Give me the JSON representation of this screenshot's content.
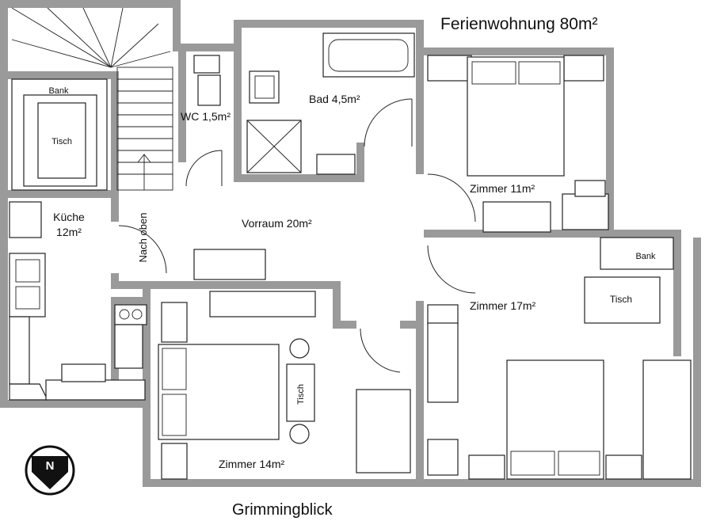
{
  "title": "Ferienwohnung 80m²",
  "footer": "Grimmingblick",
  "compass": "N",
  "rooms": {
    "wc": "WC 1,5m²",
    "bad": "Bad 4,5m²",
    "kueche_1": "Küche",
    "kueche_2": "12m²",
    "vorraum": "Vorraum 20m²",
    "zimmer11": "Zimmer 11m²",
    "zimmer17": "Zimmer 17m²",
    "zimmer14": "Zimmer 14m²"
  },
  "furniture": {
    "bank_kitchen": "Bank",
    "tisch_kitchen": "Tisch",
    "bank_17": "Bank",
    "tisch_17": "Tisch",
    "tisch_14": "Tisch"
  },
  "stairs_label": "Nach oben"
}
